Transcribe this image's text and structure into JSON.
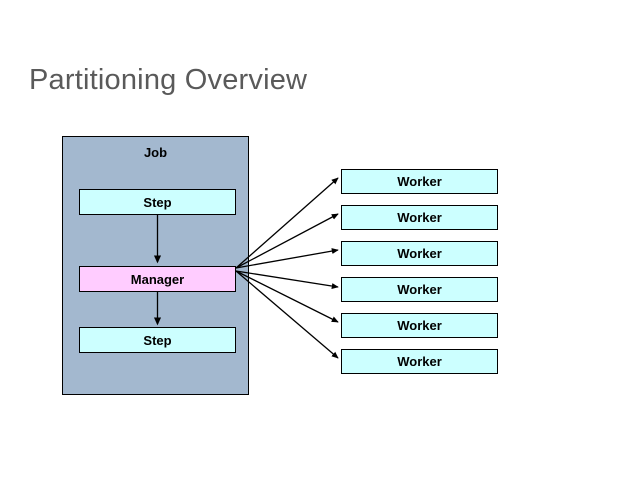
{
  "slide": {
    "title": "Partitioning Overview",
    "background_color": "#ffffff",
    "title_color": "#5a5a5a"
  },
  "job": {
    "label": "Job",
    "fill_color": "#a3b8cf",
    "border_color": "#000000",
    "nodes": [
      {
        "label": "Step",
        "type": "step",
        "fill_color": "#ccffff"
      },
      {
        "label": "Manager",
        "type": "manager",
        "fill_color": "#ffccff"
      },
      {
        "label": "Step",
        "type": "step",
        "fill_color": "#ccffff"
      }
    ],
    "internal_flow": [
      {
        "from": "Step",
        "to": "Manager",
        "arrow": "down-arrow"
      },
      {
        "from": "Manager",
        "to": "Step",
        "arrow": "down-arrow"
      }
    ]
  },
  "workers": {
    "fill_color": "#ccffff",
    "border_color": "#000000",
    "count": 6,
    "items": [
      {
        "label": "Worker"
      },
      {
        "label": "Worker"
      },
      {
        "label": "Worker"
      },
      {
        "label": "Worker"
      },
      {
        "label": "Worker"
      },
      {
        "label": "Worker"
      }
    ]
  },
  "connections": {
    "source": "Manager",
    "arrow_color": "#000000",
    "description": "fan-out from Manager to each Worker"
  }
}
